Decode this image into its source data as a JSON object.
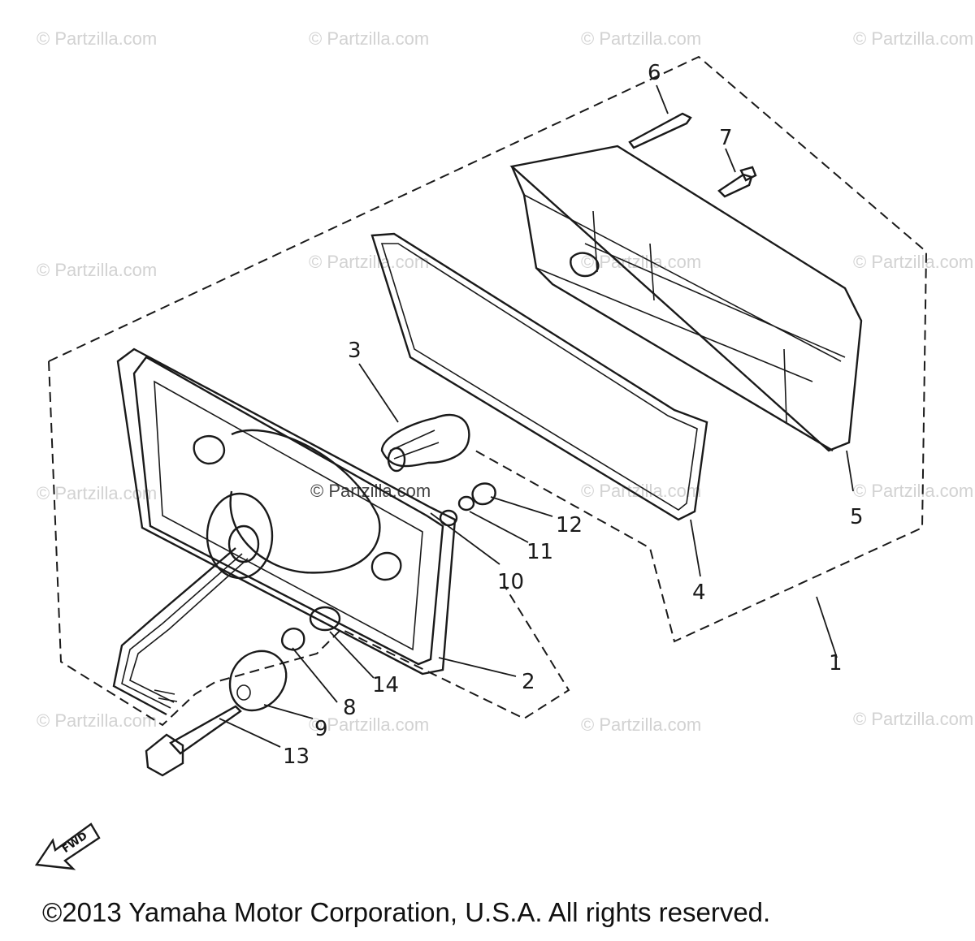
{
  "watermark_text": "© Partzilla.com",
  "center_watermark_text": "© Partzilla.com",
  "fwd_label": "FWD",
  "copyright": "©2013 Yamaha Motor Corporation, U.S.A. All rights reserved.",
  "callouts": [
    "1",
    "2",
    "3",
    "4",
    "5",
    "6",
    "7",
    "8",
    "9",
    "10",
    "11",
    "12",
    "13",
    "14"
  ]
}
